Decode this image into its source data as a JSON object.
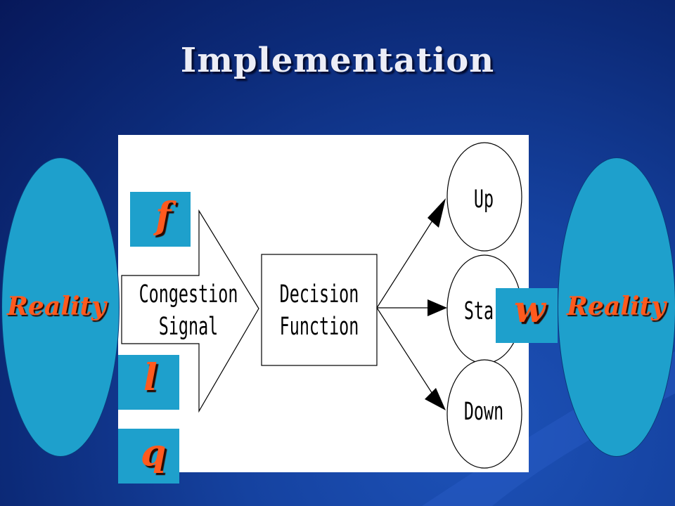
{
  "slide": {
    "title": "Implementation"
  },
  "left_ellipse": {
    "label": "Reality"
  },
  "right_ellipse": {
    "label": "Reality"
  },
  "diagram": {
    "input_arrow_label": [
      "Congestion",
      "Signal"
    ],
    "decision_box_label": [
      "Decision",
      "Function"
    ],
    "outputs": [
      "Up",
      "Sta",
      "Down"
    ]
  },
  "variables": {
    "f": "f",
    "l": "l",
    "q": "q",
    "w": "w"
  },
  "colors": {
    "background": "#1542a0",
    "accent_cyan": "#1ea0cc",
    "label_orange": "#ff5a1e",
    "title": "#ecedf6"
  }
}
